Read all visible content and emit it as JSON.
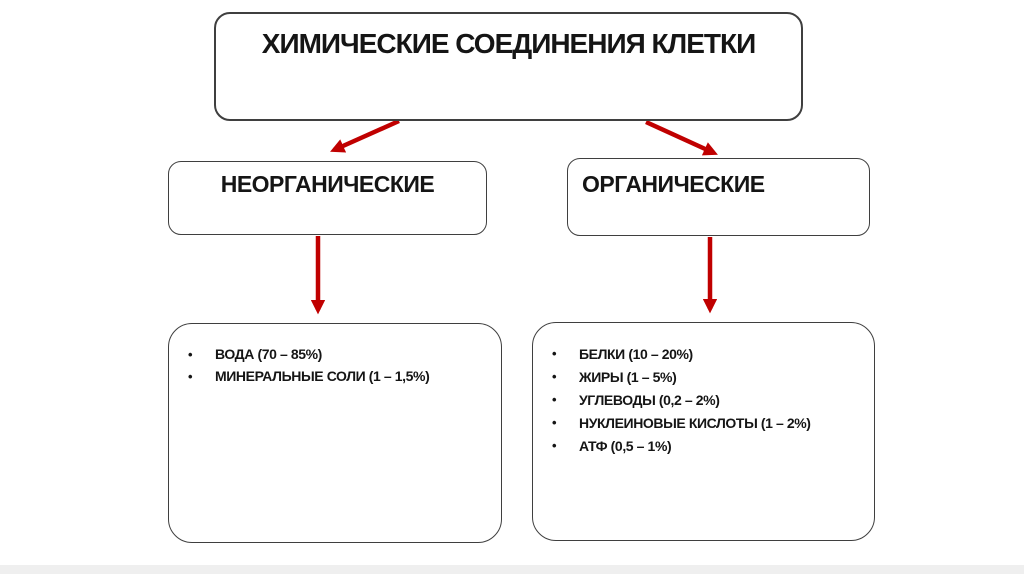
{
  "title": {
    "label": "ХИМИЧЕСКИЕ СОЕДИНЕНИЯ КЛЕТКИ"
  },
  "branches": {
    "inorganic": {
      "label": "НЕОРГАНИЧЕСКИЕ",
      "items": [
        "ВОДА (70 – 85%)",
        "МИНЕРАЛЬНЫЕ СОЛИ (1 – 1,5%)"
      ]
    },
    "organic": {
      "label": "ОРГАНИЧЕСКИЕ",
      "items": [
        "БЕЛКИ (10 – 20%)",
        "ЖИРЫ (1 – 5%)",
        "УГЛЕВОДЫ (0,2 – 2%)",
        "НУКЛЕИНОВЫЕ КИСЛОТЫ (1 – 2%)",
        "АТФ (0,5 – 1%)"
      ]
    }
  },
  "colors": {
    "arrow": "#c00000",
    "border": "#3f3f3f",
    "text": "#151515",
    "strip": "#efefef"
  }
}
